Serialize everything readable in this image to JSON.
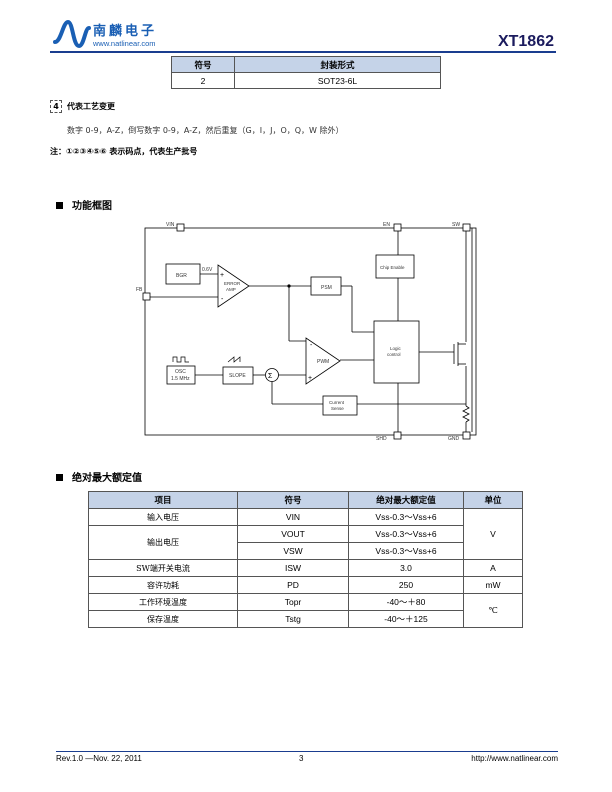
{
  "header": {
    "company_name": "南麟电子",
    "company_url": "www.natlinear.com",
    "part_number": "XT1862",
    "brand_color": "#1a5fb4"
  },
  "package_table": {
    "headers": [
      "符号",
      "封装形式"
    ],
    "rows": [
      [
        "2",
        "SOT23-6L"
      ]
    ]
  },
  "section4": {
    "number": "4",
    "title": "代表工艺变更",
    "text": "数字 0-9，A-Z，倒写数字 0-9，A-Z，然后重复（G，I，J，O，Q，W 除外）"
  },
  "note": "注：①②③④⑤⑥ 表示码点，代表生产批号",
  "block_diagram": {
    "title": "功能框图",
    "pins": {
      "vin": "VIN",
      "en": "EN",
      "sw": "SW",
      "fb": "FB",
      "shd": "SHD",
      "gnd": "GND"
    },
    "blocks": {
      "bgr": "BGR",
      "vref": "0.6V",
      "error_amp": [
        "ERROR",
        "AMP"
      ],
      "psm": "PSM",
      "chip_enable": "Chip Enable",
      "logic_control": [
        "Logic",
        "control"
      ],
      "pwm": "PWM",
      "osc": [
        "OSC",
        "1.5 MHz"
      ],
      "slope": "SLOPE",
      "sigma": "Σ",
      "current_sense": [
        "Current",
        "Sense"
      ]
    },
    "signs": {
      "plus": "+",
      "minus": "-"
    }
  },
  "ratings": {
    "title": "绝对最大额定值",
    "headers": [
      "项目",
      "符号",
      "绝对最大额定值",
      "单位"
    ],
    "rows": [
      {
        "item": "输入电压",
        "symbol": "VIN",
        "value": "Vss-0.3～Vss+6"
      },
      {
        "item": "输出电压",
        "symbol": "VOUT",
        "value": "Vss-0.3～Vss+6"
      },
      {
        "symbol": "VSW",
        "value": "Vss-0.3～Vss+6"
      },
      {
        "item": "SW端开关电流",
        "symbol": "ISW",
        "value": "3.0",
        "unit": "A"
      },
      {
        "item": "容许功耗",
        "symbol": "PD",
        "value": "250",
        "unit": "mW"
      },
      {
        "item": "工作环境温度",
        "symbol": "Topr",
        "value": "-40～＋80"
      },
      {
        "item": "保存温度",
        "symbol": "Tstg",
        "value": "-40～＋125"
      }
    ],
    "unit_voltage": "V",
    "unit_temperature": "℃"
  },
  "footer": {
    "revision": "Rev.1.0 —Nov. 22, 2011",
    "page": "3",
    "url": "http://www.natlinear.com"
  }
}
